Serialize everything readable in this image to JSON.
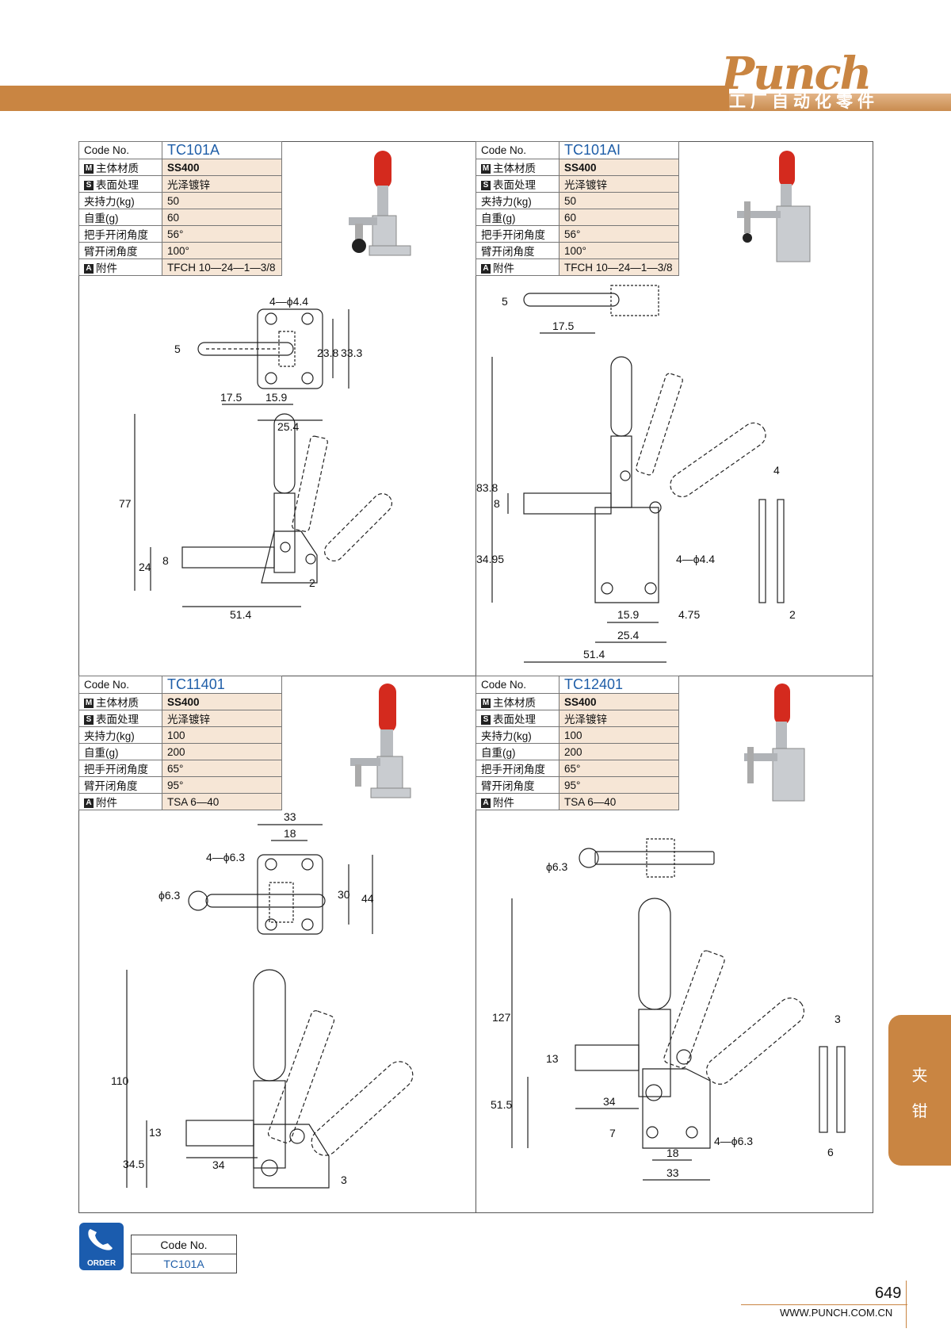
{
  "brand": {
    "logo": "Punch",
    "subtitle": "工厂自动化零件"
  },
  "labels": {
    "code": "Code No.",
    "material": "主体材质",
    "surface": "表面处理",
    "force": "夹持力(kg)",
    "weight": "自重(g)",
    "handle_angle": "把手开闭角度",
    "arm_angle": "臂开闭角度",
    "accessory": "附件"
  },
  "products": [
    {
      "code": "TC101A",
      "material": "SS400",
      "surface": "光泽镀锌",
      "force": "50",
      "weight": "60",
      "handle_angle": "56°",
      "arm_angle": "100°",
      "accessory": "TFCH 10—24—1—3/8",
      "dims": [
        "4—ϕ4.4",
        "5",
        "23.8",
        "33.3",
        "17.5",
        "15.9",
        "25.4",
        "77",
        "8",
        "24",
        "2",
        "51.4"
      ]
    },
    {
      "code": "TC101AI",
      "material": "SS400",
      "surface": "光泽镀锌",
      "force": "50",
      "weight": "60",
      "handle_angle": "56°",
      "arm_angle": "100°",
      "accessory": "TFCH 10—24—1—3/8",
      "dims": [
        "5",
        "17.5",
        "83.8",
        "8",
        "34.95",
        "4—ϕ4.4",
        "15.9",
        "25.4",
        "4.75",
        "51.4",
        "4",
        "2"
      ]
    },
    {
      "code": "TC11401",
      "material": "SS400",
      "surface": "光泽镀锌",
      "force": "100",
      "weight": "200",
      "handle_angle": "65°",
      "arm_angle": "95°",
      "accessory": "TSA 6—40",
      "dims": [
        "33",
        "18",
        "4—ϕ6.3",
        "ϕ6.3",
        "30",
        "44",
        "110",
        "13",
        "34.5",
        "34",
        "3"
      ]
    },
    {
      "code": "TC12401",
      "material": "SS400",
      "surface": "光泽镀锌",
      "force": "100",
      "weight": "200",
      "handle_angle": "65°",
      "arm_angle": "95°",
      "accessory": "TSA 6—40",
      "dims": [
        "ϕ6.3",
        "127",
        "13",
        "51.5",
        "34",
        "7",
        "18",
        "33",
        "4—ϕ6.3",
        "3",
        "6"
      ]
    }
  ],
  "side_tab": [
    "夹",
    "钳"
  ],
  "order": {
    "label": "ORDER",
    "header": "Code No.",
    "code": "TC101A"
  },
  "footer": {
    "page": "649",
    "website": "WWW.PUNCH.COM.CN"
  },
  "colors": {
    "accent": "#c98542",
    "code_blue": "#1f5ea8",
    "order_blue": "#1b5cae",
    "row_fill": "#f6e6d6"
  }
}
